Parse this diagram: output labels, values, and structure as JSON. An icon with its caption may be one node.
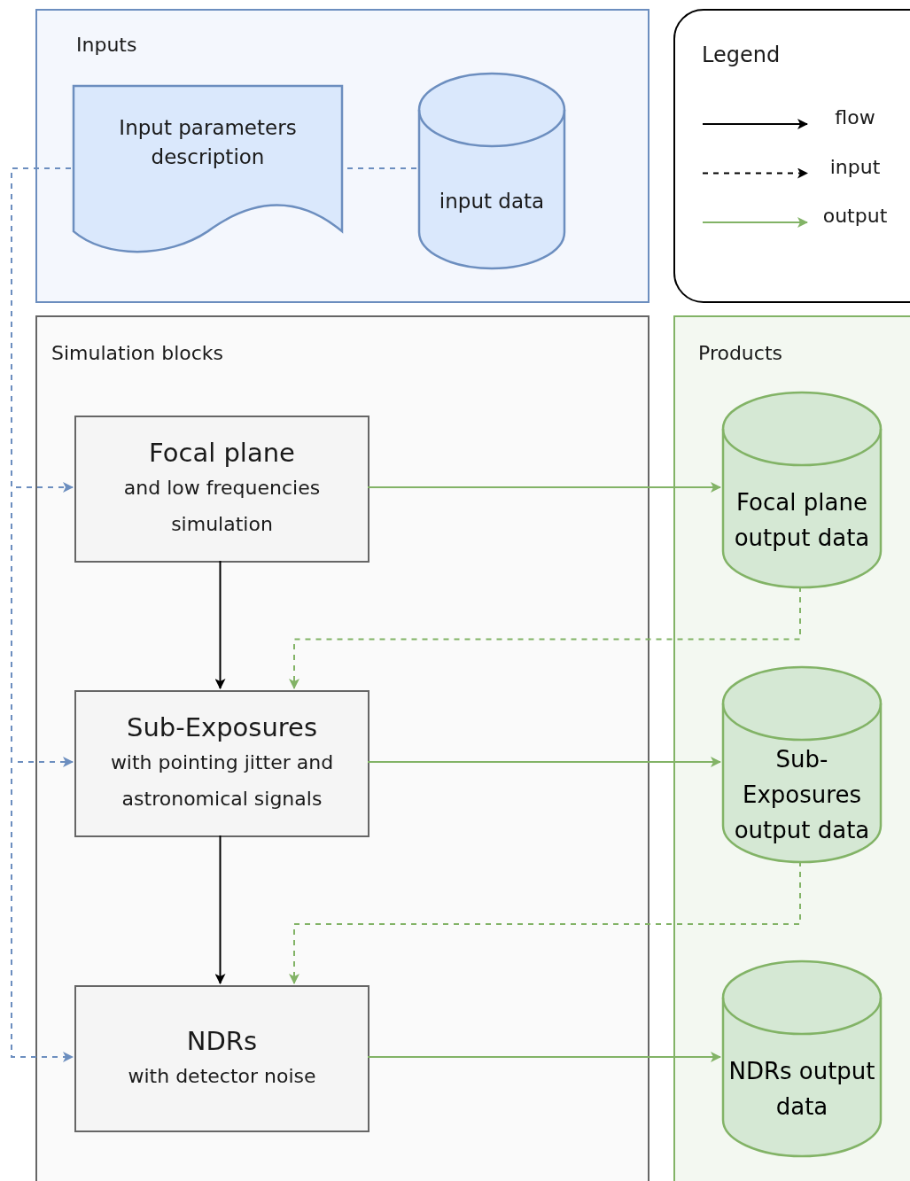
{
  "diagram": {
    "nodes": [
      {
        "text": [
          "Inputs"
        ]
      },
      {
        "text": [
          "Input parameters description"
        ],
        "in": 0
      },
      {
        "text": [
          "input data"
        ],
        "in": 0
      },
      {
        "text": [
          "Simulation blocks"
        ]
      },
      {
        "text": [
          "Focal plane",
          "and low frequencies simulation"
        ],
        "in": 3
      },
      {
        "text": [
          "Sub-Exposures",
          "with pointing jitter and astronomical signals"
        ],
        "in": 3
      },
      {
        "text": [
          "NDRs",
          "with detector noise"
        ],
        "in": 3
      },
      {
        "text": [
          "Products"
        ]
      },
      {
        "text": [
          "Focal plane output data"
        ],
        "in": 7
      },
      {
        "text": [
          "Sub-Exposures output data"
        ],
        "in": 7
      },
      {
        "text": [
          "NDRs output data"
        ],
        "in": 7
      }
    ],
    "edges": [
      {
        "from": 2,
        "to": 1,
        "arrow": "none",
        "style": "dashed",
        "color": "#6c8ebf"
      },
      {
        "from": 1,
        "to": 4,
        "arrow": "to",
        "style": "dashed",
        "color": "#6c8ebf"
      },
      {
        "from": 1,
        "to": 5,
        "arrow": "to",
        "style": "dashed",
        "color": "#6c8ebf"
      },
      {
        "from": 1,
        "to": 6,
        "arrow": "to",
        "style": "dashed",
        "color": "#6c8ebf"
      },
      {
        "from": 4,
        "to": 5,
        "arrow": "to",
        "color": "#000000"
      },
      {
        "from": 5,
        "to": 6,
        "arrow": "to",
        "color": "#000000"
      },
      {
        "from": 4,
        "to": 8,
        "arrow": "to",
        "color": "#82b366"
      },
      {
        "from": 5,
        "to": 9,
        "arrow": "to",
        "color": "#82b366"
      },
      {
        "from": 6,
        "to": 10,
        "arrow": "to",
        "color": "#82b366"
      },
      {
        "from": 8,
        "to": 5,
        "arrow": "to",
        "style": "dashed",
        "color": "#82b366"
      },
      {
        "from": 9,
        "to": 6,
        "arrow": "to",
        "style": "dashed",
        "color": "#82b366"
      }
    ],
    "labels": [
      "Legend"
    ],
    "legend": [
      {
        "text": "flow"
      },
      {
        "text": "input"
      },
      {
        "text": "output"
      }
    ]
  }
}
